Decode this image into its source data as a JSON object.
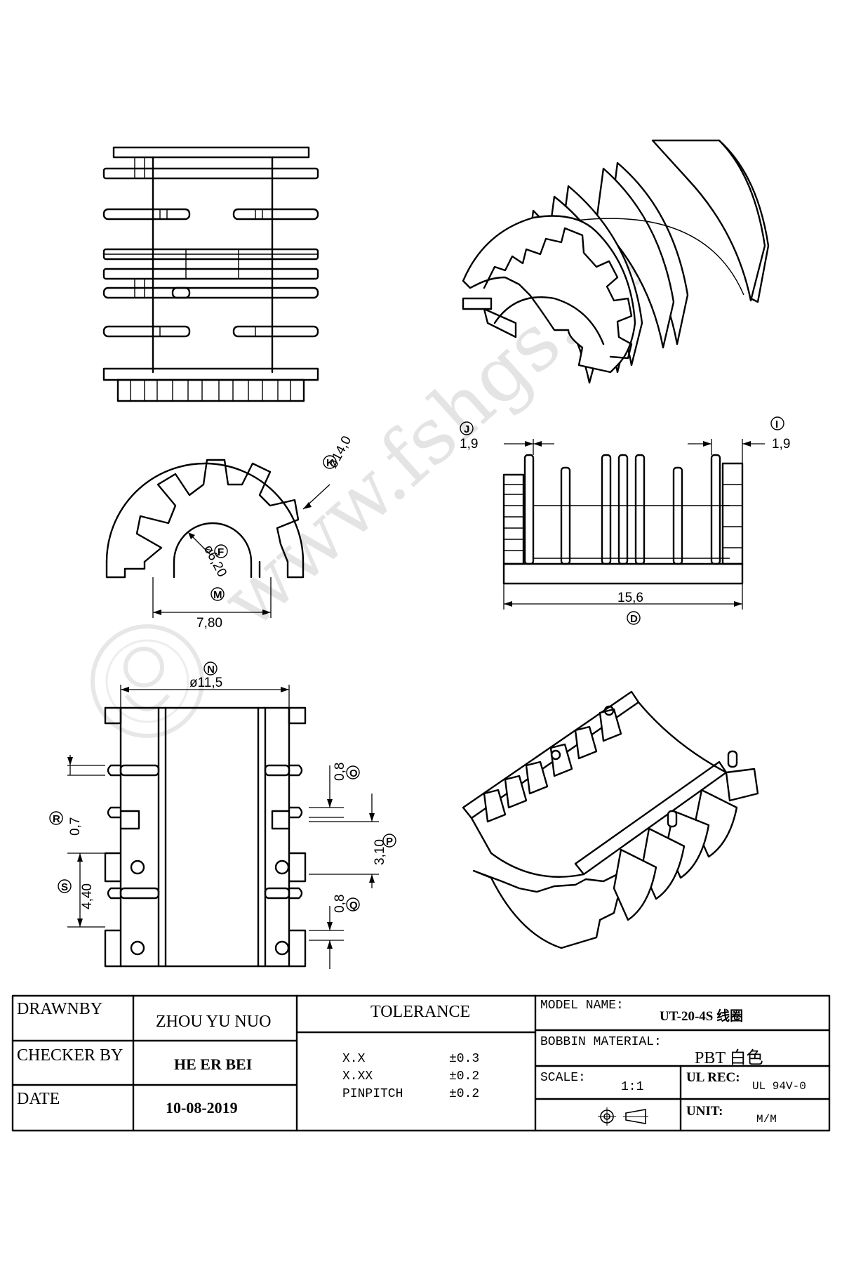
{
  "watermark": "www.fshgs.cn",
  "views": {
    "front_top": {
      "dimensions": {
        "J": {
          "label": "J",
          "value": "1,9"
        },
        "I": {
          "label": "I",
          "value": "1,9"
        },
        "D": {
          "label": "D",
          "value": "15,6"
        }
      }
    },
    "end_view": {
      "dimensions": {
        "K": {
          "label": "K",
          "value": "ø14,0"
        },
        "F": {
          "label": "F",
          "value": "ø6,20"
        },
        "M": {
          "label": "M",
          "value": "7,80"
        }
      }
    },
    "bottom_view": {
      "dimensions": {
        "N": {
          "label": "N",
          "value": "ø11,5"
        },
        "O": {
          "label": "O",
          "value": "0,8"
        },
        "P": {
          "label": "P",
          "value": "3,10"
        },
        "Q": {
          "label": "Q",
          "value": "0,8"
        },
        "R": {
          "label": "R",
          "value": "0,7"
        },
        "S": {
          "label": "S",
          "value": "4,40"
        }
      }
    }
  },
  "title_block": {
    "drawn_by_label": "DRAWNBY",
    "drawn_by_value": "ZHOU YU NUO",
    "checker_label": "CHECKER BY",
    "checker_value": "HE ER BEI",
    "date_label": "DATE",
    "date_value": "10-08-2019",
    "tolerance_label": "TOLERANCE",
    "tolerances": [
      {
        "name": "X.X",
        "value": "±0.3"
      },
      {
        "name": "X.XX",
        "value": "±0.2"
      },
      {
        "name": "PINPITCH",
        "value": "±0.2"
      }
    ],
    "model_name_label": "MODEL NAME:",
    "model_name_value": "UT-20-4S 线圈",
    "material_label": "BOBBIN MATERIAL:",
    "material_value": "PBT 白色",
    "scale_label": "SCALE:",
    "scale_value": "1:1",
    "ul_label": "UL REC:",
    "ul_value": "UL 94V-0",
    "unit_label": "UNIT:",
    "unit_value": "M/M",
    "projection_symbol": "first-angle-projection-icon"
  }
}
